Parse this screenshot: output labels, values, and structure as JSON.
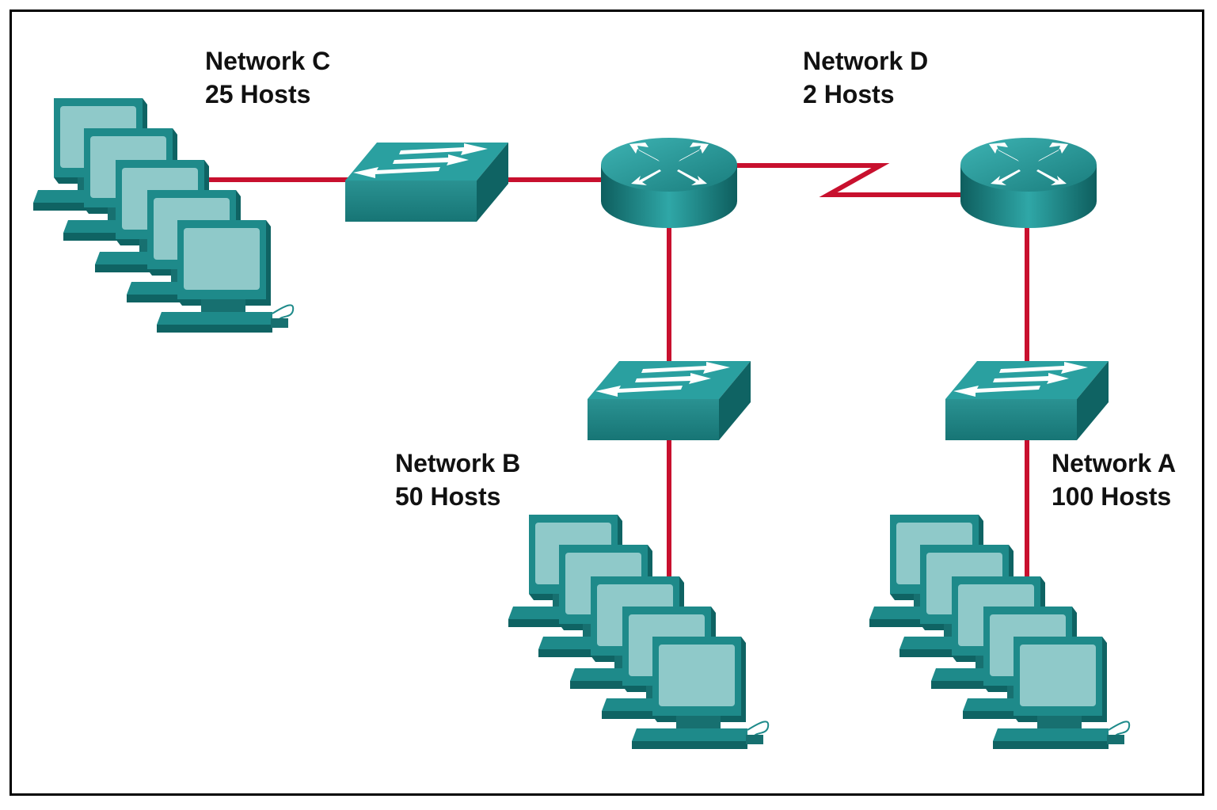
{
  "networks": {
    "c": {
      "name": "Network C",
      "hosts": "25 Hosts"
    },
    "d": {
      "name": "Network D",
      "hosts": "2 Hosts"
    },
    "b": {
      "name": "Network B",
      "hosts": "50 Hosts"
    },
    "a": {
      "name": "Network A",
      "hosts": "100 Hosts"
    }
  },
  "colors": {
    "link": "#c8102e",
    "device": "#1f8585",
    "device_dark": "#0e5e5e",
    "device_light": "#2fa0a0",
    "screen": "#8fc9c9"
  },
  "icons": [
    "pc-cluster-icon",
    "switch-icon",
    "router-icon",
    "serial-link-icon"
  ]
}
